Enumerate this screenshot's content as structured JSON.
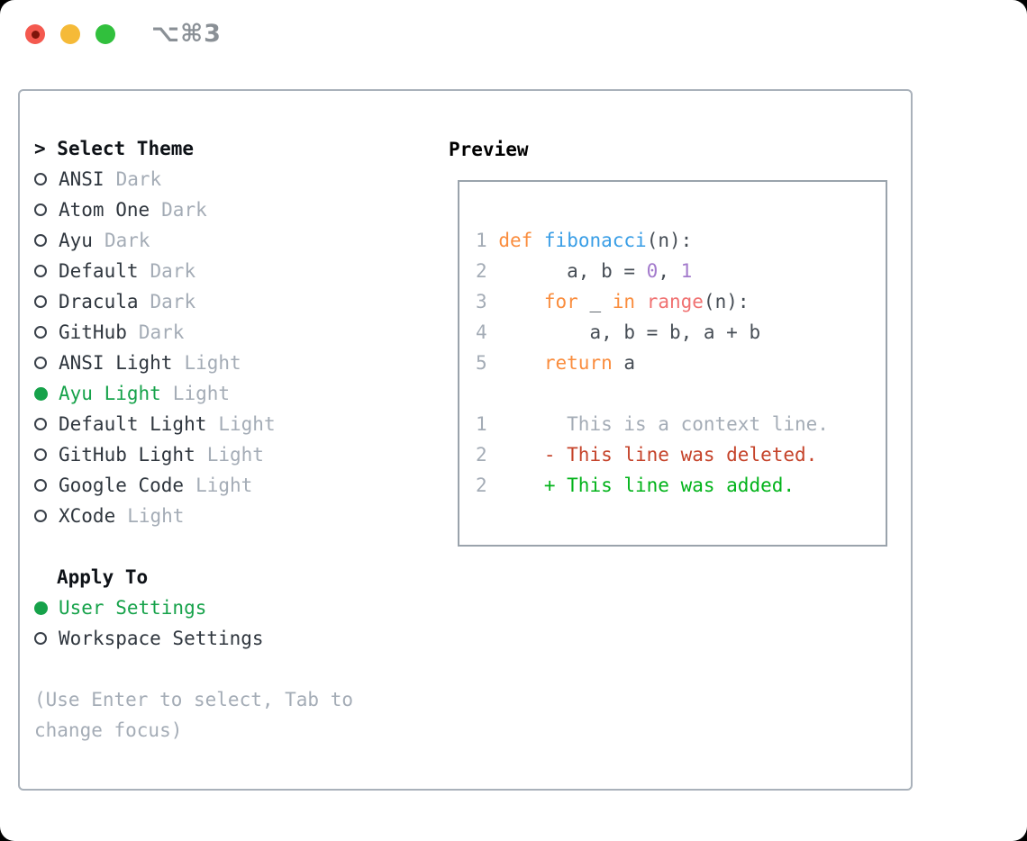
{
  "titlebar": {
    "title": "⌥⌘3",
    "buttons": [
      "close",
      "minimize",
      "zoom"
    ]
  },
  "theme_panel": {
    "header_prefix": "> ",
    "header_label": "Select Theme",
    "themes": [
      {
        "name": "ANSI",
        "variant": "Dark",
        "selected": false
      },
      {
        "name": "Atom One",
        "variant": "Dark",
        "selected": false
      },
      {
        "name": "Ayu",
        "variant": "Dark",
        "selected": false
      },
      {
        "name": "Default",
        "variant": "Dark",
        "selected": false
      },
      {
        "name": "Dracula",
        "variant": "Dark",
        "selected": false
      },
      {
        "name": "GitHub",
        "variant": "Dark",
        "selected": false
      },
      {
        "name": "ANSI Light",
        "variant": "Light",
        "selected": false
      },
      {
        "name": "Ayu Light",
        "variant": "Light",
        "selected": true
      },
      {
        "name": "Default Light",
        "variant": "Light",
        "selected": false
      },
      {
        "name": "GitHub Light",
        "variant": "Light",
        "selected": false
      },
      {
        "name": "Google Code",
        "variant": "Light",
        "selected": false
      },
      {
        "name": "XCode",
        "variant": "Light",
        "selected": false
      }
    ],
    "apply_to": {
      "label": "Apply To",
      "options": [
        {
          "name": "User Settings",
          "selected": true
        },
        {
          "name": "Workspace Settings",
          "selected": false
        }
      ]
    },
    "hint_lines": [
      "(Use Enter to select, Tab to",
      "change focus)"
    ]
  },
  "preview": {
    "label": "Preview",
    "lines": [
      {
        "num": "1",
        "segs": [
          [
            " ",
            "plain"
          ],
          [
            "def",
            "keyword"
          ],
          [
            " ",
            "plain"
          ],
          [
            "fibonacci",
            "function"
          ],
          [
            "(n):",
            "plain"
          ]
        ]
      },
      {
        "num": "2",
        "segs": [
          [
            "       a, b = ",
            "plain"
          ],
          [
            "0",
            "number"
          ],
          [
            ", ",
            "plain"
          ],
          [
            "1",
            "number"
          ]
        ]
      },
      {
        "num": "3",
        "segs": [
          [
            "     ",
            "plain"
          ],
          [
            "for",
            "keyword"
          ],
          [
            " _ ",
            "plain"
          ],
          [
            "in",
            "keyword"
          ],
          [
            " ",
            "plain"
          ],
          [
            "range",
            "builtin"
          ],
          [
            "(n):",
            "plain"
          ]
        ]
      },
      {
        "num": "4",
        "segs": [
          [
            "         a, b = b, a + b",
            "plain"
          ]
        ]
      },
      {
        "num": "5",
        "segs": [
          [
            "     ",
            "plain"
          ],
          [
            "return",
            "keyword"
          ],
          [
            " a",
            "plain"
          ]
        ]
      },
      {
        "num": "",
        "segs": []
      },
      {
        "num": "1",
        "segs": [
          [
            "       This is a context line.",
            "context"
          ]
        ]
      },
      {
        "num": "2",
        "segs": [
          [
            "     ",
            "plain"
          ],
          [
            "- This line was deleted.",
            "deleted"
          ]
        ]
      },
      {
        "num": "2",
        "segs": [
          [
            "     ",
            "plain"
          ],
          [
            "+ This line was added.",
            "added"
          ]
        ]
      }
    ]
  },
  "colors": {
    "header": "#0e1217",
    "item": "#2f363e",
    "variant": "#a4acb6",
    "hint": "#a4acb6",
    "selected": "#16a24a",
    "plain": "#464d55",
    "keyword": "#fa8d3e",
    "function": "#399ee6",
    "number": "#a37acc",
    "builtin": "#f07171",
    "context": "#a4acb6",
    "deleted": "#c5432a",
    "added": "#02b31a",
    "linenum": "#a4acb6"
  }
}
